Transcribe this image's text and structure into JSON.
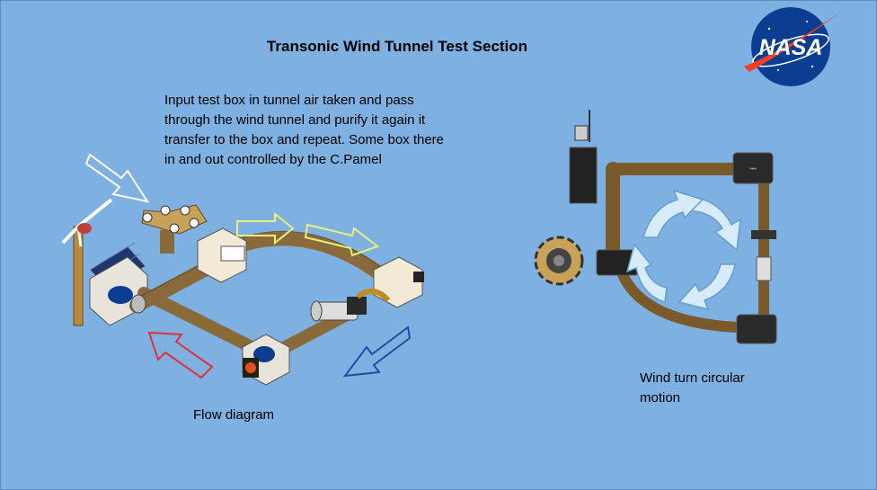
{
  "title": "Transonic Wind Tunnel Test Section",
  "description": "Input test box in tunnel air taken and pass through the wind tunnel and purify it again it transfer to the box and repeat. Some box there in and out controlled by the C.Pamel",
  "flow_caption": "Flow diagram",
  "wind_caption": "Wind turn circular motion",
  "logo_text": "NASA",
  "colors": {
    "background": "#7fb0e2",
    "pipe": "#8a6a3a",
    "arrow_white": "#ffffff",
    "arrow_yellow": "#e8f07a",
    "arrow_red": "#e0303a",
    "arrow_blue": "#1f4fa0",
    "circular_arrows": "#d6ecfb"
  },
  "icons": [
    "nasa-logo-icon",
    "wind-turbine-icon",
    "solar-panel-icon",
    "fan-icon",
    "motor-icon",
    "gauge-icon"
  ]
}
